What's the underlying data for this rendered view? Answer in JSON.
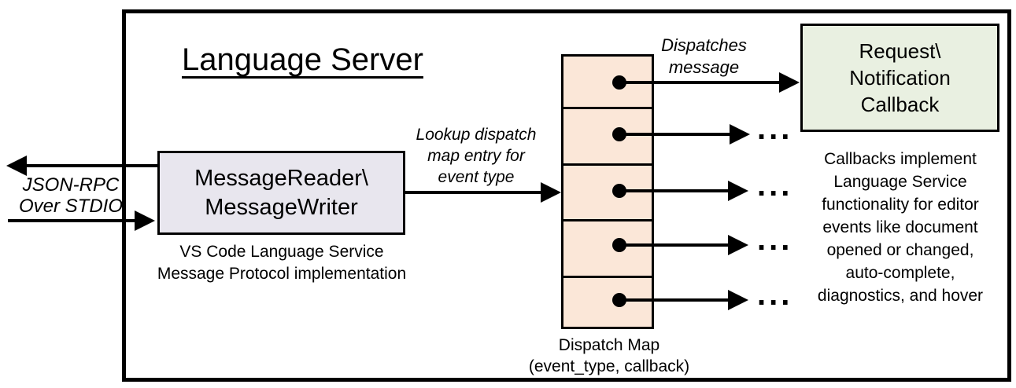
{
  "title": "Language Server",
  "colors": {
    "reader_box_fill": "#e8e6ee",
    "dispatch_map_fill": "#fbe7d8",
    "callback_box_fill": "#e9f0e1",
    "line": "#000000",
    "background": "#ffffff"
  },
  "stdio_label": {
    "line1": "JSON-RPC",
    "line2": "Over STDIO"
  },
  "reader_box": {
    "line1": "MessageReader\\",
    "line2": "MessageWriter"
  },
  "reader_caption": {
    "line1": "VS Code Language Service",
    "line2": "Message Protocol implementation"
  },
  "lookup_label": {
    "line1": "Lookup dispatch",
    "line2": "map entry for",
    "line3": "event type"
  },
  "dispatch_label": {
    "line1": "Dispatches",
    "line2": "message"
  },
  "callback_box": {
    "line1": "Request\\",
    "line2": "Notification",
    "line3": "Callback"
  },
  "callback_caption": {
    "lines": [
      "Callbacks implement",
      "Language Service",
      "functionality for editor",
      "events like document",
      "opened or changed,",
      "auto-complete,",
      "diagnostics, and hover"
    ]
  },
  "map_label": {
    "line1": "Dispatch Map",
    "line2": "(event_type, callback)"
  },
  "ellipsis": "..."
}
